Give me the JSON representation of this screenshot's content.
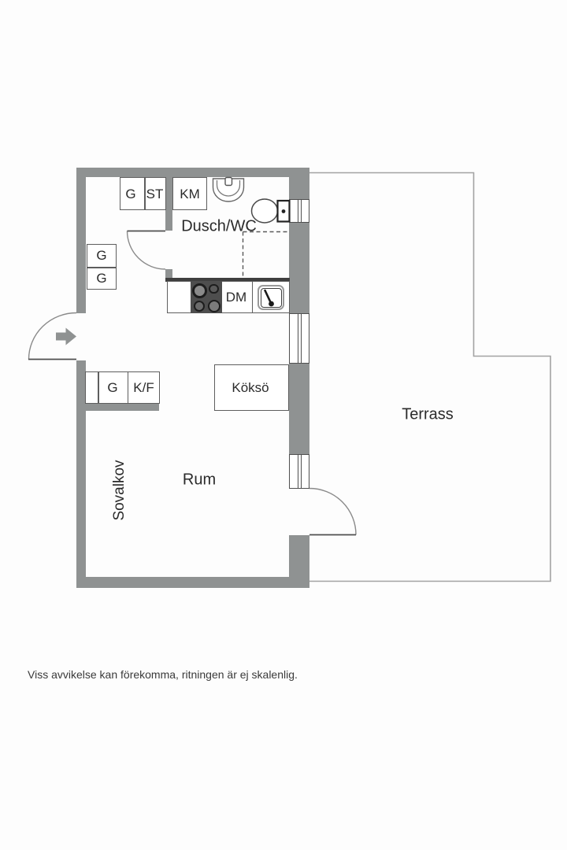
{
  "colors": {
    "wall": "#8f9292",
    "wall_dark": "#3f3f3f",
    "outline": "#5e5e5e",
    "stove": "#4e4e4e",
    "terrace_line": "#a3a3a3",
    "text": "#2b2b2b"
  },
  "rooms": {
    "bathroom": "Dusch/WC",
    "main_room": "Rum",
    "sleeping_alcove": "Sovalkov",
    "terrace": "Terrass"
  },
  "labels": {
    "wardrobe_top": "G",
    "cleaning_closet": "ST",
    "washing_machine": "KM",
    "wardrobe_left_upper": "G",
    "wardrobe_left_lower": "G",
    "dishwasher": "DM",
    "wardrobe_hall": "G",
    "fridge_freezer": "K/F",
    "kitchen_island": "Köksö"
  },
  "footer": {
    "disclaimer": "Viss avvikelse kan förekomma, ritningen är ej skalenlig."
  }
}
